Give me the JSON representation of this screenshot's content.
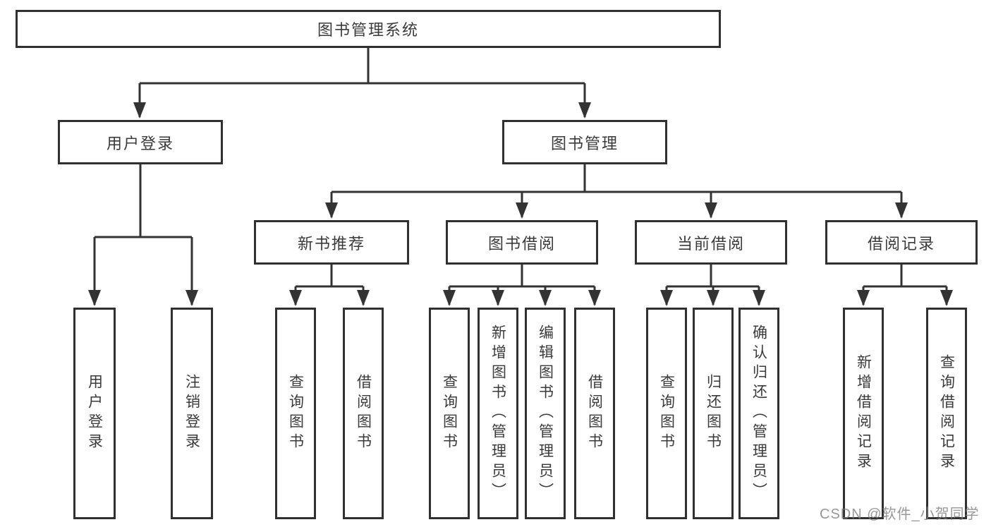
{
  "tree": {
    "label": "图书管理系统",
    "children": [
      {
        "label": "用户登录",
        "children": [
          {
            "label": "用户登录"
          },
          {
            "label": "注销登录"
          }
        ]
      },
      {
        "label": "图书管理",
        "children": [
          {
            "label": "新书推荐",
            "children": [
              {
                "label": "查询图书"
              },
              {
                "label": "借阅图书"
              }
            ]
          },
          {
            "label": "图书借阅",
            "children": [
              {
                "label": "查询图书"
              },
              {
                "label": "新增图书（管理员）"
              },
              {
                "label": "编辑图书（管理员）"
              },
              {
                "label": "借阅图书"
              }
            ]
          },
          {
            "label": "当前借阅",
            "children": [
              {
                "label": "查询图书"
              },
              {
                "label": "归还图书"
              },
              {
                "label": "确认归还（管理员）"
              }
            ]
          },
          {
            "label": "借阅记录",
            "children": [
              {
                "label": "新增借阅记录"
              },
              {
                "label": "查询借阅记录"
              }
            ]
          }
        ]
      }
    ]
  },
  "watermark": "CSDN @软件_小贺同学",
  "colors": {
    "line": "#333333",
    "box_border": "#303030",
    "text": "#3a3a3a",
    "watermark": "#7d7d7d",
    "background": "#ffffff"
  }
}
